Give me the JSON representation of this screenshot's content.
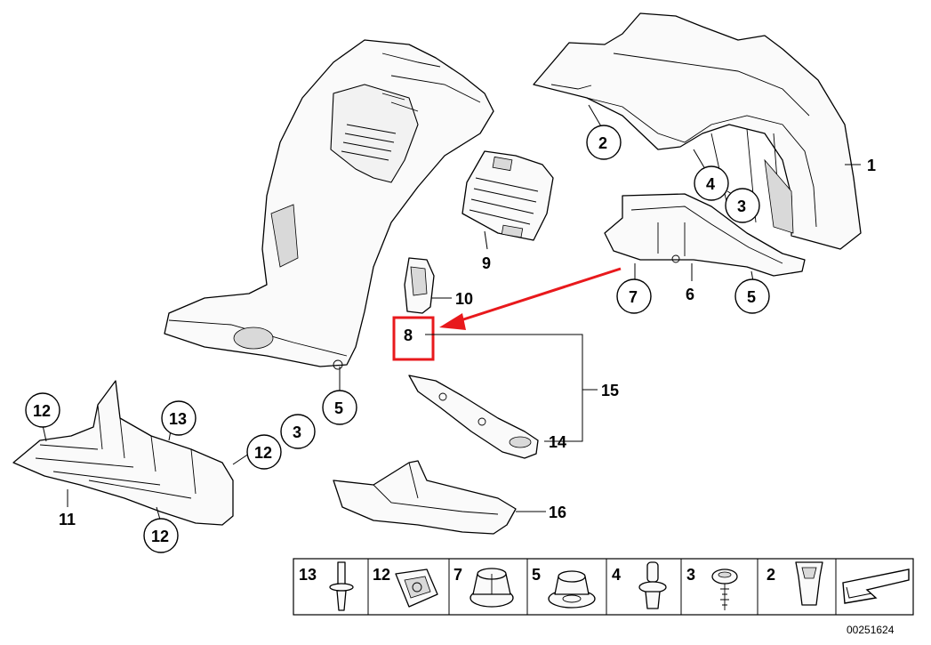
{
  "callouts": {
    "c1": "1",
    "c2": "2",
    "c3a": "3",
    "c4": "4",
    "c5a": "5",
    "c6": "6",
    "c7": "7",
    "c5b": "5",
    "c8": "8",
    "c9": "9",
    "c10": "10",
    "c11": "11",
    "c12a": "12",
    "c12b": "12",
    "c12c": "12",
    "c13": "13",
    "c3b": "3",
    "c14": "14",
    "c15": "15",
    "c16": "16"
  },
  "legend": {
    "items": [
      "13",
      "12",
      "7",
      "5",
      "4",
      "3",
      "2"
    ]
  },
  "diagram_number": "00251624",
  "colors": {
    "highlight": "#e8191c",
    "line": "#000000"
  }
}
